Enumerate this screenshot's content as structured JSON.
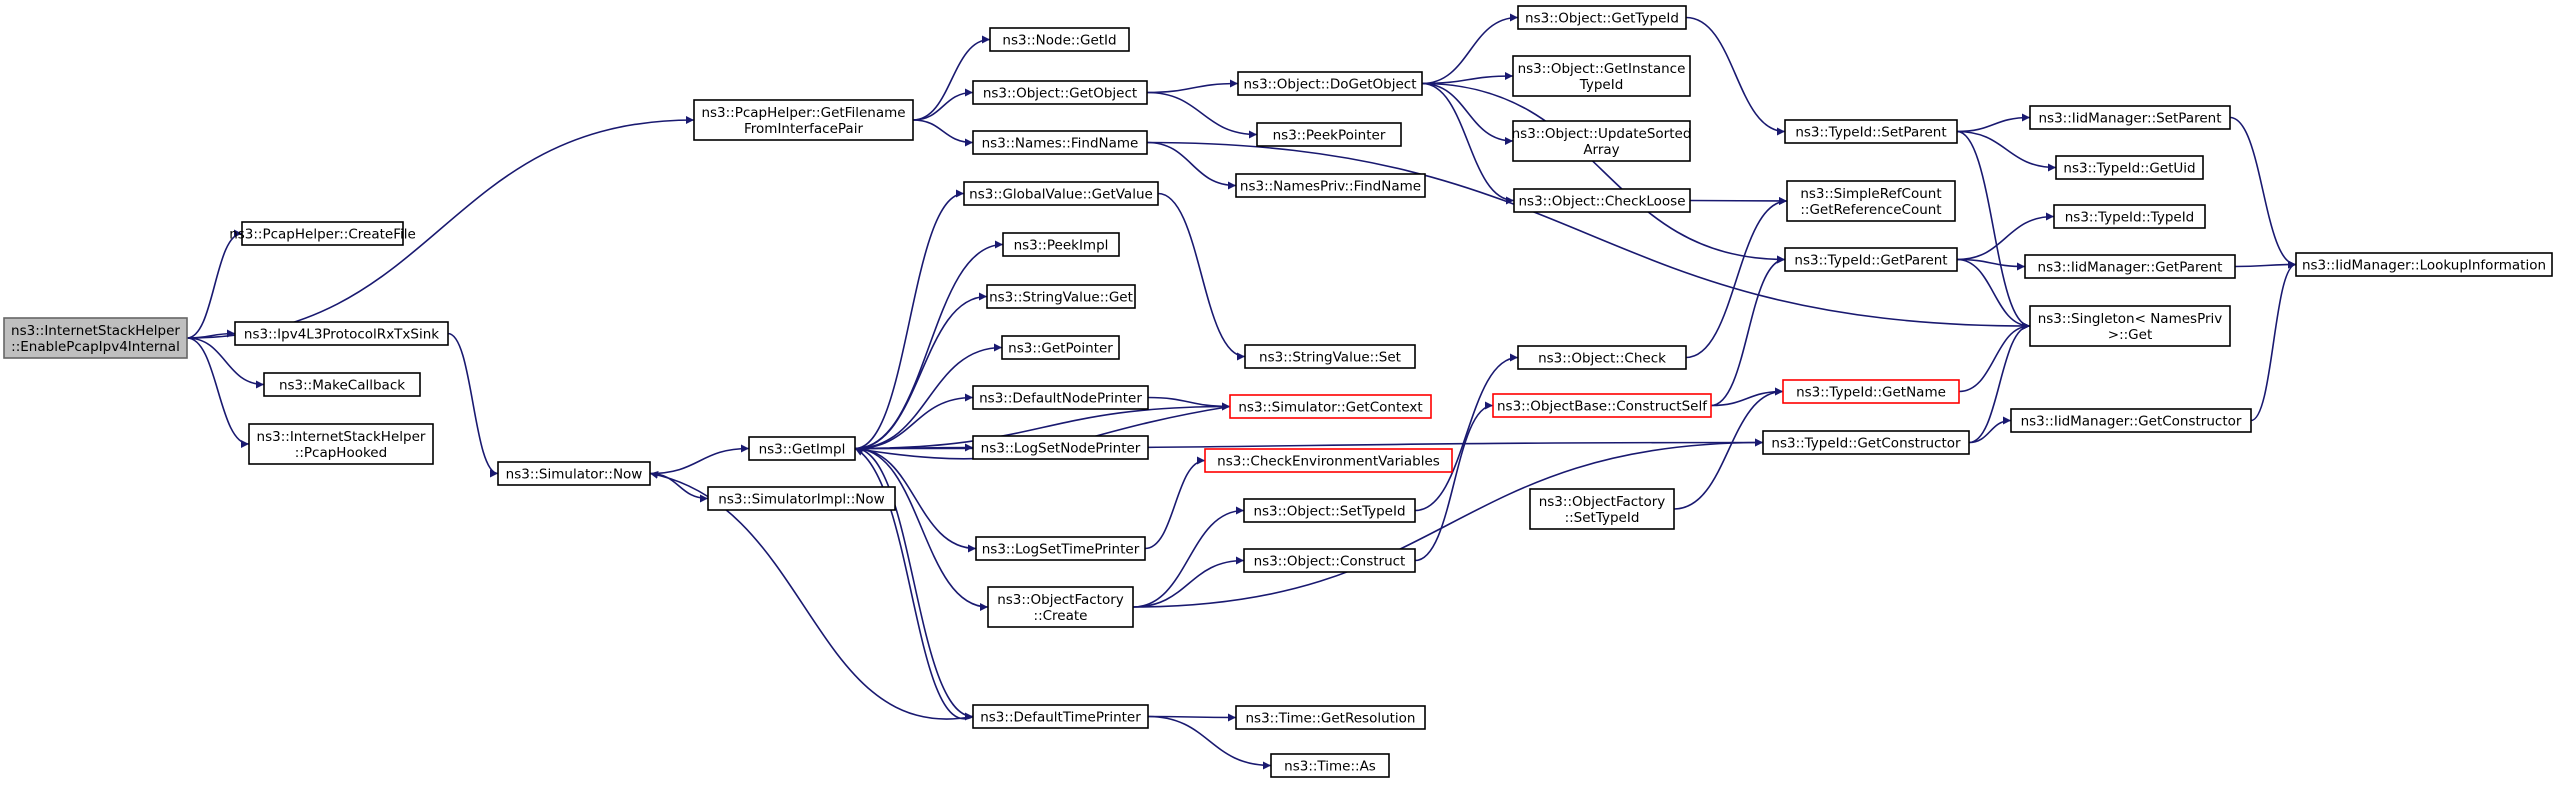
{
  "colors": {
    "edge": "#191970",
    "node_border": "#000000",
    "node_fill": "#ffffff",
    "root_fill": "#bfbfbf",
    "root_border": "#666666",
    "truncated_border": "#ff0000"
  },
  "nodes": [
    {
      "id": "root",
      "lines": [
        "ns3::InternetStackHelper",
        "::EnablePcapIpv4Internal"
      ],
      "style": "root"
    },
    {
      "id": "pcap_createfile",
      "lines": [
        "ns3::PcapHelper::CreateFile"
      ],
      "style": "normal"
    },
    {
      "id": "pcap_getfilename",
      "lines": [
        "ns3::PcapHelper::GetFilename",
        "FromInterfacePair"
      ],
      "style": "normal"
    },
    {
      "id": "ipv4l3_rxtx",
      "lines": [
        "ns3::Ipv4L3ProtocolRxTxSink"
      ],
      "style": "normal"
    },
    {
      "id": "makecallback",
      "lines": [
        "ns3::MakeCallback"
      ],
      "style": "normal"
    },
    {
      "id": "pcaphooked",
      "lines": [
        "ns3::InternetStackHelper",
        "::PcapHooked"
      ],
      "style": "normal"
    },
    {
      "id": "node_getid",
      "lines": [
        "ns3::Node::GetId"
      ],
      "style": "normal"
    },
    {
      "id": "object_getobject",
      "lines": [
        "ns3::Object::GetObject"
      ],
      "style": "normal"
    },
    {
      "id": "names_findname",
      "lines": [
        "ns3::Names::FindName"
      ],
      "style": "normal"
    },
    {
      "id": "globalvalue_getvalue",
      "lines": [
        "ns3::GlobalValue::GetValue"
      ],
      "style": "normal"
    },
    {
      "id": "peekimpl",
      "lines": [
        "ns3::PeekImpl"
      ],
      "style": "normal"
    },
    {
      "id": "stringvalue_get",
      "lines": [
        "ns3::StringValue::Get"
      ],
      "style": "normal"
    },
    {
      "id": "getpointer",
      "lines": [
        "ns3::GetPointer"
      ],
      "style": "normal"
    },
    {
      "id": "defaultnodeprinter",
      "lines": [
        "ns3::DefaultNodePrinter"
      ],
      "style": "normal"
    },
    {
      "id": "logsetnodeprinter",
      "lines": [
        "ns3::LogSetNodePrinter"
      ],
      "style": "normal"
    },
    {
      "id": "getimpl",
      "lines": [
        "ns3::GetImpl"
      ],
      "style": "normal"
    },
    {
      "id": "simulator_now",
      "lines": [
        "ns3::Simulator::Now"
      ],
      "style": "normal"
    },
    {
      "id": "simulatorimpl_now",
      "lines": [
        "ns3::SimulatorImpl::Now"
      ],
      "style": "normal"
    },
    {
      "id": "logsettimeprinter",
      "lines": [
        "ns3::LogSetTimePrinter"
      ],
      "style": "normal"
    },
    {
      "id": "objectfactory_create",
      "lines": [
        "ns3::ObjectFactory",
        "::Create"
      ],
      "style": "normal"
    },
    {
      "id": "defaulttimeprinter",
      "lines": [
        "ns3::DefaultTimePrinter"
      ],
      "style": "normal"
    },
    {
      "id": "object_dogetobject",
      "lines": [
        "ns3::Object::DoGetObject"
      ],
      "style": "normal"
    },
    {
      "id": "peekpointer",
      "lines": [
        "ns3::PeekPointer"
      ],
      "style": "normal"
    },
    {
      "id": "namespriv_findname",
      "lines": [
        "ns3::NamesPriv::FindName"
      ],
      "style": "normal"
    },
    {
      "id": "stringvalue_set",
      "lines": [
        "ns3::StringValue::Set"
      ],
      "style": "normal"
    },
    {
      "id": "simulator_getcontext",
      "lines": [
        "ns3::Simulator::GetContext"
      ],
      "style": "truncated"
    },
    {
      "id": "checkenvvars",
      "lines": [
        "ns3::CheckEnvironmentVariables"
      ],
      "style": "truncated"
    },
    {
      "id": "object_settypeid",
      "lines": [
        "ns3::Object::SetTypeId"
      ],
      "style": "normal"
    },
    {
      "id": "object_construct",
      "lines": [
        "ns3::Object::Construct"
      ],
      "style": "normal"
    },
    {
      "id": "time_getresolution",
      "lines": [
        "ns3::Time::GetResolution"
      ],
      "style": "normal"
    },
    {
      "id": "time_as",
      "lines": [
        "ns3::Time::As"
      ],
      "style": "normal"
    },
    {
      "id": "object_gettypeid",
      "lines": [
        "ns3::Object::GetTypeId"
      ],
      "style": "normal"
    },
    {
      "id": "object_getinstancetypeid",
      "lines": [
        "ns3::Object::GetInstance",
        "TypeId"
      ],
      "style": "normal"
    },
    {
      "id": "object_updatesorted",
      "lines": [
        "ns3::Object::UpdateSorted",
        "Array"
      ],
      "style": "normal"
    },
    {
      "id": "object_checkloose",
      "lines": [
        "ns3::Object::CheckLoose"
      ],
      "style": "normal"
    },
    {
      "id": "object_check",
      "lines": [
        "ns3::Object::Check"
      ],
      "style": "normal"
    },
    {
      "id": "objectbase_constructself",
      "lines": [
        "ns3::ObjectBase::ConstructSelf"
      ],
      "style": "truncated"
    },
    {
      "id": "objectfactory_settypeid",
      "lines": [
        "ns3::ObjectFactory",
        "::SetTypeId"
      ],
      "style": "normal"
    },
    {
      "id": "typeid_setparent",
      "lines": [
        "ns3::TypeId::SetParent"
      ],
      "style": "normal"
    },
    {
      "id": "simplerefcount",
      "lines": [
        "ns3::SimpleRefCount",
        "::GetReferenceCount"
      ],
      "style": "normal"
    },
    {
      "id": "typeid_getparent",
      "lines": [
        "ns3::TypeId::GetParent"
      ],
      "style": "normal"
    },
    {
      "id": "typeid_getname",
      "lines": [
        "ns3::TypeId::GetName"
      ],
      "style": "truncated"
    },
    {
      "id": "typeid_getconstructor",
      "lines": [
        "ns3::TypeId::GetConstructor"
      ],
      "style": "normal"
    },
    {
      "id": "iid_setparent",
      "lines": [
        "ns3::IidManager::SetParent"
      ],
      "style": "normal"
    },
    {
      "id": "typeid_getuid",
      "lines": [
        "ns3::TypeId::GetUid"
      ],
      "style": "normal"
    },
    {
      "id": "typeid_typeid",
      "lines": [
        "ns3::TypeId::TypeId"
      ],
      "style": "normal"
    },
    {
      "id": "iid_getparent",
      "lines": [
        "ns3::IidManager::GetParent"
      ],
      "style": "normal"
    },
    {
      "id": "singleton_get",
      "lines": [
        "ns3::Singleton< NamesPriv",
        " >::Get"
      ],
      "style": "normal"
    },
    {
      "id": "iid_getconstructor",
      "lines": [
        "ns3::IidManager::GetConstructor"
      ],
      "style": "normal"
    },
    {
      "id": "iid_lookupinformation",
      "lines": [
        "ns3::IidManager::LookupInformation"
      ],
      "style": "normal"
    }
  ],
  "edges": [
    [
      "root",
      "pcap_createfile"
    ],
    [
      "root",
      "pcap_getfilename"
    ],
    [
      "root",
      "ipv4l3_rxtx"
    ],
    [
      "root",
      "makecallback"
    ],
    [
      "root",
      "pcaphooked"
    ],
    [
      "pcap_getfilename",
      "node_getid"
    ],
    [
      "pcap_getfilename",
      "object_getobject"
    ],
    [
      "pcap_getfilename",
      "names_findname"
    ],
    [
      "ipv4l3_rxtx",
      "simulator_now"
    ],
    [
      "simulator_now",
      "getimpl"
    ],
    [
      "simulator_now",
      "simulatorimpl_now"
    ],
    [
      "getimpl",
      "globalvalue_getvalue"
    ],
    [
      "getimpl",
      "peekimpl"
    ],
    [
      "getimpl",
      "stringvalue_get"
    ],
    [
      "getimpl",
      "getpointer"
    ],
    [
      "getimpl",
      "defaultnodeprinter"
    ],
    [
      "getimpl",
      "logsetnodeprinter"
    ],
    [
      "getimpl",
      "logsettimeprinter"
    ],
    [
      "getimpl",
      "objectfactory_create"
    ],
    [
      "getimpl",
      "defaulttimeprinter"
    ],
    [
      "getimpl",
      "simulator_getcontext"
    ],
    [
      "getimpl",
      "typeid_getconstructor"
    ],
    [
      "simulator_getcontext",
      "getimpl"
    ],
    [
      "defaulttimeprinter",
      "simulator_now"
    ],
    [
      "defaulttimeprinter",
      "time_getresolution"
    ],
    [
      "defaulttimeprinter",
      "time_as"
    ],
    [
      "defaulttimeprinter",
      "getimpl"
    ],
    [
      "object_getobject",
      "object_dogetobject"
    ],
    [
      "object_getobject",
      "peekpointer"
    ],
    [
      "names_findname",
      "namespriv_findname"
    ],
    [
      "names_findname",
      "singleton_get"
    ],
    [
      "globalvalue_getvalue",
      "stringvalue_set"
    ],
    [
      "defaultnodeprinter",
      "simulator_getcontext"
    ],
    [
      "logsettimeprinter",
      "checkenvvars"
    ],
    [
      "objectfactory_create",
      "object_settypeid"
    ],
    [
      "objectfactory_create",
      "object_construct"
    ],
    [
      "objectfactory_create",
      "typeid_getconstructor"
    ],
    [
      "object_dogetobject",
      "object_gettypeid"
    ],
    [
      "object_dogetobject",
      "object_getinstancetypeid"
    ],
    [
      "object_dogetobject",
      "object_updatesorted"
    ],
    [
      "object_dogetobject",
      "object_checkloose"
    ],
    [
      "object_dogetobject",
      "typeid_getparent"
    ],
    [
      "object_gettypeid",
      "typeid_setparent"
    ],
    [
      "object_checkloose",
      "simplerefcount"
    ],
    [
      "object_settypeid",
      "object_check"
    ],
    [
      "object_check",
      "simplerefcount"
    ],
    [
      "object_construct",
      "objectbase_constructself"
    ],
    [
      "objectbase_constructself",
      "typeid_getparent"
    ],
    [
      "objectbase_constructself",
      "typeid_getname"
    ],
    [
      "objectfactory_settypeid",
      "typeid_getname"
    ],
    [
      "typeid_setparent",
      "iid_setparent"
    ],
    [
      "typeid_setparent",
      "typeid_getuid"
    ],
    [
      "typeid_setparent",
      "singleton_get"
    ],
    [
      "typeid_getparent",
      "typeid_typeid"
    ],
    [
      "typeid_getparent",
      "iid_getparent"
    ],
    [
      "typeid_getparent",
      "singleton_get"
    ],
    [
      "typeid_getname",
      "singleton_get"
    ],
    [
      "typeid_getconstructor",
      "iid_getconstructor"
    ],
    [
      "typeid_getconstructor",
      "singleton_get"
    ],
    [
      "iid_setparent",
      "iid_lookupinformation"
    ],
    [
      "iid_getparent",
      "iid_lookupinformation"
    ],
    [
      "iid_getconstructor",
      "iid_lookupinformation"
    ]
  ]
}
